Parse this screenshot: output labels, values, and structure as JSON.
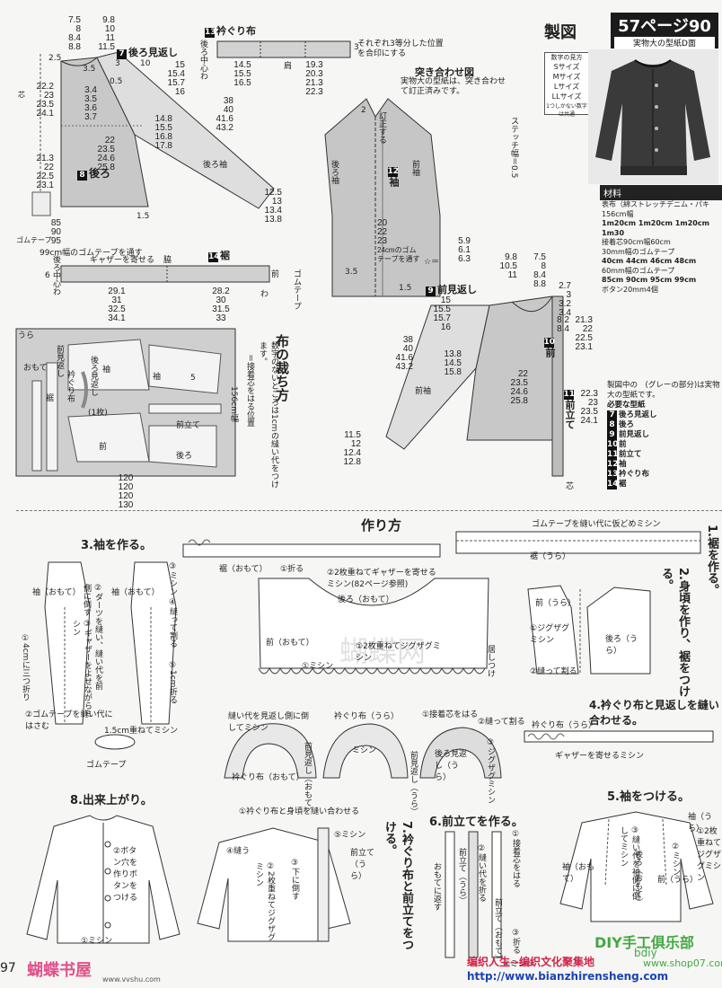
{
  "header": {
    "seizu": "製図",
    "page_ref": "57ページ90",
    "pattern_note": "実物大の型紙D面",
    "size_legend_title": "数字の見方",
    "sizes": [
      "Sサイズ",
      "Mサイズ",
      "Lサイズ",
      "LLサイズ"
    ],
    "size_note": "1つしかない数字は共通"
  },
  "materials": {
    "title": "材料",
    "rows": [
      "表布（綿ストレッチデニム・パキ",
      "156cm幅",
      "1m20cm  1m20cm  1m20cm  1m30",
      "接着芯90cm幅60cm",
      "30mm幅のゴムテープ",
      "40cm  44cm  46cm  48cm",
      "60mm幅のゴムテープ",
      "85cm  90cm  95cm  99cm",
      "ボタン20mm4個"
    ]
  },
  "back": {
    "label7": "後ろ見返し",
    "label8": "後ろ",
    "sleeve_label": "後ろ袖",
    "shin": "芯",
    "gomu": "ゴムテープ",
    "n_top1": [
      "7.5",
      "8",
      "8.4",
      "8.8"
    ],
    "n_top2": [
      "9.8",
      "10",
      "11",
      "11.5"
    ],
    "n_left1": [
      "22.2",
      "23",
      "23.5",
      "24.1"
    ],
    "n_mid1": [
      "3.4",
      "3.5",
      "3.6",
      "3.7"
    ],
    "n_mid2": [
      "22",
      "23.5",
      "24.6",
      "25.8"
    ],
    "n_left2": [
      "21.3",
      "22",
      "22.5",
      "23.1"
    ],
    "n_right1": [
      "15",
      "15.4",
      "15.7",
      "16"
    ],
    "n_right2": [
      "14.8",
      "15.5",
      "16.8",
      "17.8"
    ],
    "n_right3": [
      "38",
      "40",
      "41.6",
      "43.2"
    ],
    "n_cuff": [
      "12.5",
      "13",
      "13.4",
      "13.8"
    ],
    "n_bot": [
      "85",
      "90",
      "95"
    ],
    "bot_note": "99cm幅のゴムテープを通す",
    "misc": [
      "2.5",
      "3.5",
      "3",
      "10",
      "0.5",
      "1.5"
    ]
  },
  "neckband": {
    "label13": "衿ぐり布",
    "back_center": "後ろ中心わ",
    "note": "それぞれ3等分した位置を合印にする",
    "n1": [
      "14.5",
      "15.5",
      "16.5"
    ],
    "mid": "肩",
    "n2": [
      "19.3",
      "20.3",
      "21.3",
      "22.3"
    ],
    "w": "3"
  },
  "sleeve_join": {
    "title": "突き合わせ図",
    "note": "実物大の型紙は、突き合わせて訂正済みです。",
    "stitch": "ステッチ幅＝0.5",
    "label12": "袖",
    "back_sleeve": "後ろ袖",
    "front_sleeve": "前袖",
    "slit": "訂正する",
    "gomu_note": [
      "20",
      "22",
      "23",
      "24cmのゴムテープを通す"
    ],
    "gomu_label": "ゴムテープ",
    "n": [
      "3.5",
      "2",
      "1.5"
    ]
  },
  "hem": {
    "label14": "裾",
    "back_center": "後ろ中心わ",
    "gather": "ギャザーを寄せる",
    "side": "脇",
    "front": "前",
    "wa": "わ",
    "n1": [
      "29.1",
      "31",
      "32.5",
      "34.1"
    ],
    "n2": [
      "28.2",
      "30",
      "31.5",
      "33"
    ],
    "h": "6"
  },
  "front": {
    "label9": "前見返し",
    "label10": "前",
    "label11": "前立て",
    "sleeve": "前袖",
    "shin": "芯",
    "star": "☆＝",
    "n_star": [
      "5.9",
      "6.1",
      "6.3"
    ],
    "n_a": [
      "9.8",
      "10.5",
      "11"
    ],
    "n_b": [
      "7.5",
      "8",
      "8.4",
      "8.8"
    ],
    "n_c": [
      "2.7",
      "3",
      "3.2",
      "3.4"
    ],
    "n_left": [
      "15",
      "15.5",
      "15.7",
      "16"
    ],
    "n_right1": [
      "21.3",
      "22",
      "22.5",
      "23.1"
    ],
    "n_sl": [
      "38",
      "40",
      "41.6",
      "43.2"
    ],
    "n_d": [
      "13.8",
      "14.5",
      "15.8"
    ],
    "n_e": [
      "22",
      "23.5",
      "24.6",
      "25.8"
    ],
    "n_f": [
      "22.3",
      "23",
      "23.5",
      "24.1"
    ],
    "n_cuff": [
      "11.5",
      "12",
      "12.4",
      "12.8"
    ],
    "n_g": [
      "8.2",
      "8.4"
    ]
  },
  "legend": {
    "text": "製図中の　(グレーの部分)は実物大の型紙です。",
    "need": "必要な型紙",
    "items": [
      "後ろ見返し",
      "後ろ",
      "前見返し",
      "前",
      "前立て",
      "袖",
      "衿ぐり布",
      "裾"
    ],
    "nums": [
      "7",
      "8",
      "9",
      "10",
      "11",
      "12",
      "13",
      "14"
    ]
  },
  "cutting": {
    "title": "布の裁ち方",
    "note1": "数字のないところは1cmの縫い代をつけます。",
    "note2": "＝接着芯をはる位置",
    "ura": "うら",
    "omote": "おもて",
    "parts": [
      "前見返し",
      "衿ぐり布",
      "袖",
      "後ろ見返し",
      "(1枚)",
      "前",
      "後ろ",
      "前立て",
      "裾",
      "袖",
      "5"
    ],
    "fabric_w": "156cm幅",
    "n": [
      "120",
      "120",
      "120",
      "130"
    ]
  },
  "howto": {
    "title": "作り方",
    "s1": "1.裾を作る。",
    "s1_note": "ゴムテープを縫い代に仮どめミシン",
    "s1_label": "裾（うら）",
    "s2": "2.身頃を作り、裾をつける。",
    "s2_labels": [
      "前（うら）",
      "後ろ（うら）",
      "①ジグザグミシン",
      "②縫って割る"
    ],
    "s3": "3.袖を作る。",
    "s3_labels": [
      "袖（おもて）",
      "袖（おもて）",
      "②ダーツを縫い、縫い代を前側に倒す",
      "③ミシン",
      "④縫って割る",
      "③ギャザーをよせながらミシン",
      "⑤1cm折る",
      "①4cmに三つ折り",
      "②ゴムテープを縫い代にはさむ",
      "1.5cm重ねてミシン",
      "ゴムテープ"
    ],
    "center_labels": [
      "裾（おもて）",
      "①折る",
      "②2枚重ねてギャザーを寄せるミシン(82ページ参照)",
      "後ろ（おもて）",
      "前（おもて）",
      "①2枚重ねてジグザグミシン",
      "①ミシン",
      "居しつけ"
    ],
    "s4": "4.衿ぐり布と見返しを縫い合わせる。",
    "s4_labels": [
      "衿ぐり布（うら）",
      "ギャザーを寄せるミシン",
      "①接着芯をはる",
      "②縫って割る",
      "③ジグザグミシン",
      "縫い代を見返し側に倒してミシン",
      "衿ぐり布（うら）",
      "ミシン",
      "前見返し（おもて）",
      "衿ぐり布（おもて）",
      "後ろ見返し（うら）",
      "前見返し（うら）"
    ],
    "s5": "5.袖をつける。",
    "s5_labels": [
      "袖（うら）",
      "①2枚重ねてジグザグミシン",
      "袖（おもて）",
      "②ミシン",
      "③縫い代を袖側に倒してミシン",
      "後ろ（おもて）",
      "前（うら）"
    ],
    "s6": "6.前立てを作る。",
    "s6_labels": [
      "①接着芯をはる",
      "②縫い代を折る",
      "前立て（うら）",
      "前立て（おもて）",
      "おもてに返す",
      "③折る",
      "④ミシン"
    ],
    "s7": "7.衿ぐり布と前立てをつける。",
    "s7_labels": [
      "①衿ぐり布と身頃を縫い合わせる",
      "④縫う",
      "②2枚重ねてジグザグミシン",
      "③下に倒す",
      "⑤ミシン",
      "前立て（うら）"
    ],
    "s8": "8.出来上がり。",
    "s8_labels": [
      "②ボタン穴を作りボタンをつける",
      "①ミシン"
    ]
  },
  "footer": {
    "page": "97",
    "logo1": "蝴蝶书屋",
    "logo1_url": "www.vvshu.com",
    "center1": "编织人生--编织文化聚集地",
    "center2": "http://www.bianzhirensheng.com",
    "right1": "DIY手工俱乐部",
    "right2": "www.shop07.com",
    "right3": "bdiy"
  },
  "watermark": "蝴蝶网"
}
